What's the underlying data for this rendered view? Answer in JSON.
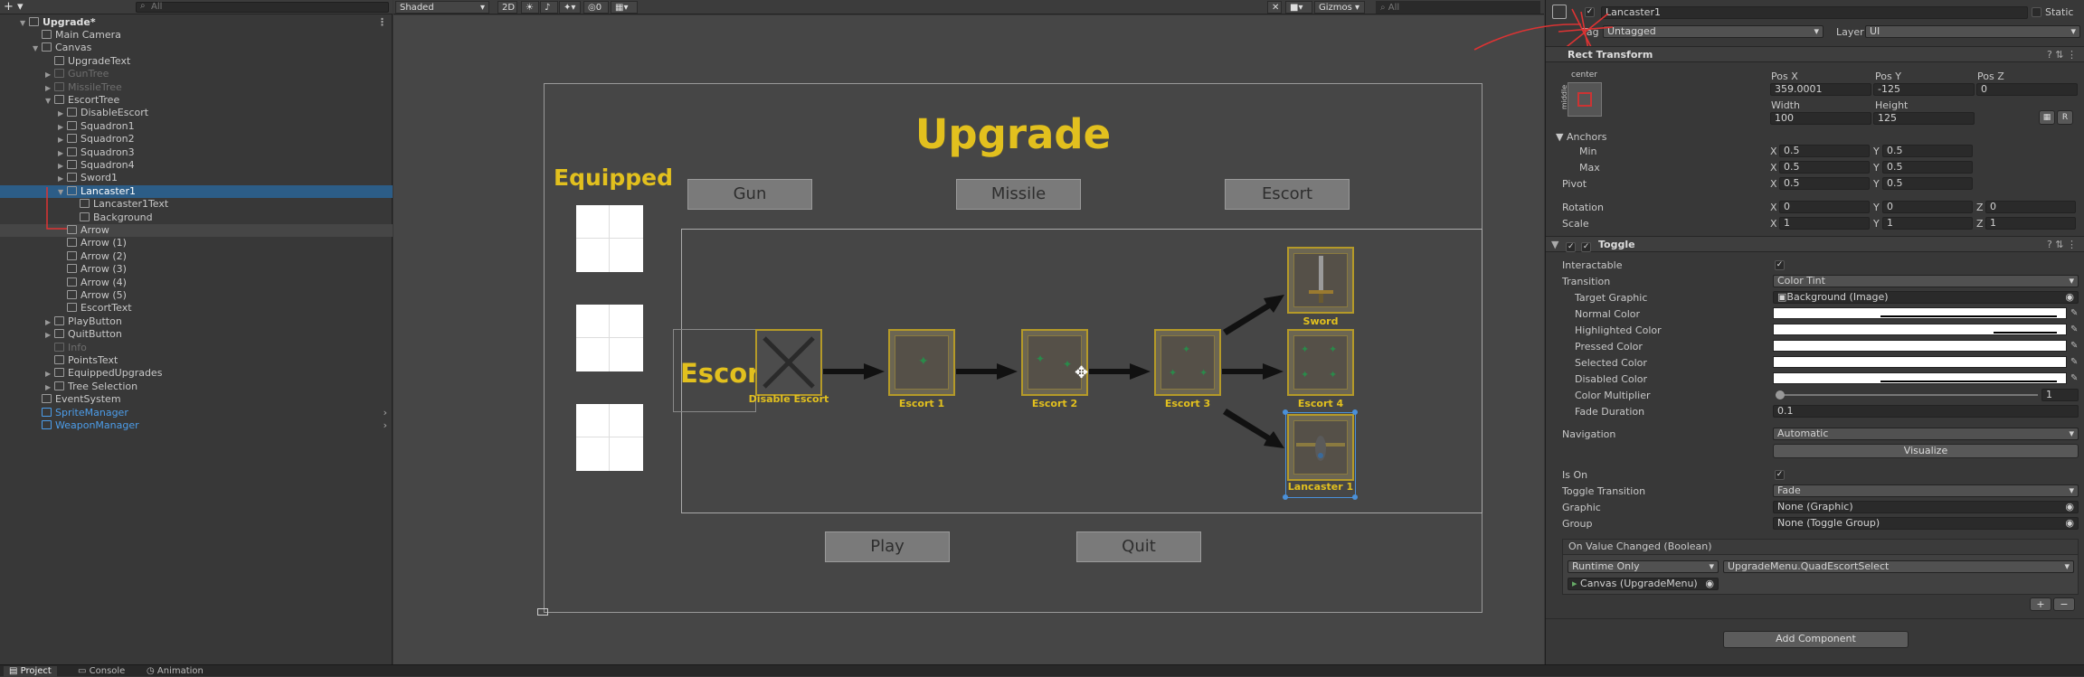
{
  "hierarchy": {
    "create_label": "+ ▾",
    "search_placeholder": "All",
    "items": [
      {
        "label": "Upgrade*",
        "depth": 0,
        "arrow": "▼",
        "style": "bold"
      },
      {
        "label": "Main Camera",
        "depth": 1,
        "arrow": "",
        "style": ""
      },
      {
        "label": "Canvas",
        "depth": 1,
        "arrow": "▼",
        "style": ""
      },
      {
        "label": "UpgradeText",
        "depth": 2,
        "arrow": "",
        "style": ""
      },
      {
        "label": "GunTree",
        "depth": 2,
        "arrow": "▶",
        "style": "dis"
      },
      {
        "label": "MissileTree",
        "depth": 2,
        "arrow": "▶",
        "style": "dis"
      },
      {
        "label": "EscortTree",
        "depth": 2,
        "arrow": "▼",
        "style": ""
      },
      {
        "label": "DisableEscort",
        "depth": 3,
        "arrow": "▶",
        "style": ""
      },
      {
        "label": "Squadron1",
        "depth": 3,
        "arrow": "▶",
        "style": ""
      },
      {
        "label": "Squadron2",
        "depth": 3,
        "arrow": "▶",
        "style": ""
      },
      {
        "label": "Squadron3",
        "depth": 3,
        "arrow": "▶",
        "style": ""
      },
      {
        "label": "Squadron4",
        "depth": 3,
        "arrow": "▶",
        "style": ""
      },
      {
        "label": "Sword1",
        "depth": 3,
        "arrow": "▶",
        "style": ""
      },
      {
        "label": "Lancaster1",
        "depth": 3,
        "arrow": "▼",
        "style": "sel"
      },
      {
        "label": "Lancaster1Text",
        "depth": 4,
        "arrow": "",
        "style": ""
      },
      {
        "label": "Background",
        "depth": 4,
        "arrow": "",
        "style": ""
      },
      {
        "label": "Arrow",
        "depth": 3,
        "arrow": "",
        "style": "hl"
      },
      {
        "label": "Arrow (1)",
        "depth": 3,
        "arrow": "",
        "style": ""
      },
      {
        "label": "Arrow (2)",
        "depth": 3,
        "arrow": "",
        "style": ""
      },
      {
        "label": "Arrow (3)",
        "depth": 3,
        "arrow": "",
        "style": ""
      },
      {
        "label": "Arrow (4)",
        "depth": 3,
        "arrow": "",
        "style": ""
      },
      {
        "label": "Arrow (5)",
        "depth": 3,
        "arrow": "",
        "style": ""
      },
      {
        "label": "EscortText",
        "depth": 3,
        "arrow": "",
        "style": ""
      },
      {
        "label": "PlayButton",
        "depth": 2,
        "arrow": "▶",
        "style": ""
      },
      {
        "label": "QuitButton",
        "depth": 2,
        "arrow": "▶",
        "style": ""
      },
      {
        "label": "Info",
        "depth": 2,
        "arrow": "",
        "style": "dis"
      },
      {
        "label": "PointsText",
        "depth": 2,
        "arrow": "",
        "style": ""
      },
      {
        "label": "EquippedUpgrades",
        "depth": 2,
        "arrow": "▶",
        "style": ""
      },
      {
        "label": "Tree Selection",
        "depth": 2,
        "arrow": "▶",
        "style": ""
      },
      {
        "label": "EventSystem",
        "depth": 1,
        "arrow": "",
        "style": ""
      },
      {
        "label": "SpriteManager",
        "depth": 1,
        "arrow": "",
        "style": "blue"
      },
      {
        "label": "WeaponManager",
        "depth": 1,
        "arrow": "",
        "style": "blue"
      }
    ]
  },
  "scene_toolbar": {
    "shading": "Shaded",
    "mode2d": "2D",
    "fx_count": "0",
    "gizmos": "Gizmos",
    "search_placeholder": "All"
  },
  "scene": {
    "title": "Upgrade",
    "equipped": "Equipped",
    "tabs": [
      "Gun",
      "Missile",
      "Escort"
    ],
    "escort_label": "Escort",
    "nodes": {
      "disable": "Disable Escort",
      "e1": "Escort 1",
      "e2": "Escort 2",
      "e3": "Escort 3",
      "e4": "Escort 4",
      "sword": "Sword",
      "lancaster": "Lancaster 1"
    },
    "play": "Play",
    "quit": "Quit"
  },
  "inspector": {
    "name": "Lancaster1",
    "static_label": "Static",
    "tag_label": "Tag",
    "tag_value": "Untagged",
    "layer_label": "Layer",
    "layer_value": "UI",
    "rect_transform": {
      "title": "Rect Transform",
      "anchor_preset_top": "center",
      "anchor_preset_side": "middle",
      "pos_x_label": "Pos X",
      "pos_x": "359.0001",
      "pos_y_label": "Pos Y",
      "pos_y": "-125",
      "pos_z_label": "Pos Z",
      "pos_z": "0",
      "width_label": "Width",
      "width": "100",
      "height_label": "Height",
      "height": "125",
      "r_btn": "R",
      "anchors_label": "Anchors",
      "min_label": "Min",
      "min_x": "0.5",
      "min_y": "0.5",
      "max_label": "Max",
      "max_x": "0.5",
      "max_y": "0.5",
      "pivot_label": "Pivot",
      "pivot_x": "0.5",
      "pivot_y": "0.5",
      "rotation_label": "Rotation",
      "rot_x": "0",
      "rot_y": "0",
      "rot_z": "0",
      "scale_label": "Scale",
      "scale_x": "1",
      "scale_y": "1",
      "scale_z": "1",
      "x": "X",
      "y": "Y",
      "z": "Z"
    },
    "toggle": {
      "title": "Toggle",
      "interactable": "Interactable",
      "transition": "Transition",
      "transition_value": "Color Tint",
      "target_graphic": "Target Graphic",
      "target_graphic_value": "Background (Image)",
      "normal_color": "Normal Color",
      "highlighted_color": "Highlighted Color",
      "pressed_color": "Pressed Color",
      "selected_color": "Selected Color",
      "disabled_color": "Disabled Color",
      "color_multiplier": "Color Multiplier",
      "color_multiplier_value": "1",
      "color_multiplier_level": 0.0,
      "fade_duration": "Fade Duration",
      "fade_duration_value": "0.1",
      "navigation": "Navigation",
      "navigation_value": "Automatic",
      "visualize": "Visualize",
      "is_on": "Is On",
      "toggle_transition": "Toggle Transition",
      "toggle_transition_value": "Fade",
      "graphic": "Graphic",
      "graphic_value": "None (Graphic)",
      "group": "Group",
      "group_value": "None (Toggle Group)",
      "on_value_changed": "On Value Changed (Boolean)",
      "runtime": "Runtime Only",
      "function": "UpgradeMenu.QuadEscortSelect",
      "object": "Canvas (UpgradeMenu)",
      "add": "+",
      "remove": "−"
    },
    "add_component": "Add Component"
  },
  "bottom_tabs": [
    "Project",
    "Console",
    "Animation"
  ],
  "colors": {
    "accent": "#2c5d87",
    "gold": "#e2c01e",
    "prefab_blue": "#4c9dea"
  }
}
